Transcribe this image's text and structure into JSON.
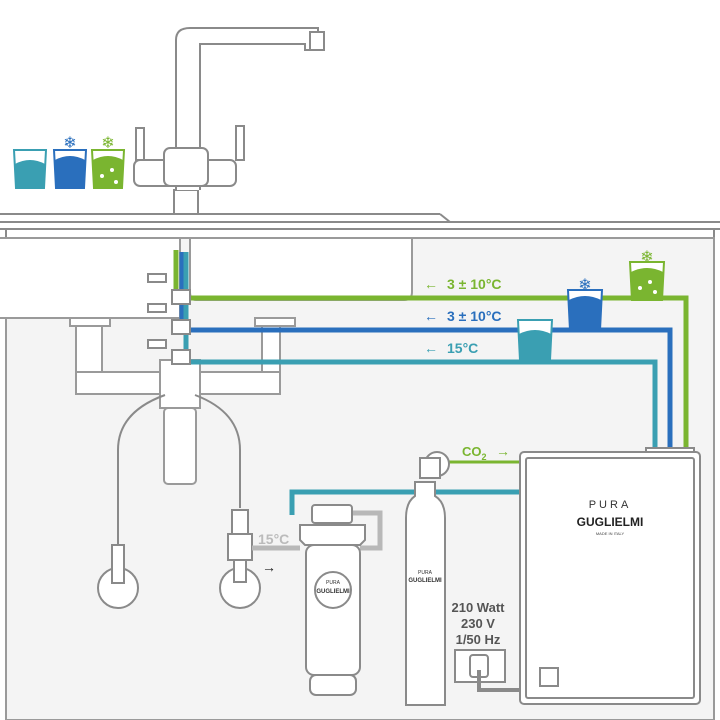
{
  "flow_labels": {
    "sparkling": "3 ± 10°C",
    "chilled": "3 ± 10°C",
    "ambient": "15°C"
  },
  "inlet_temp": "15°C",
  "co2_label": "CO",
  "co2_sub": "2",
  "power": {
    "watt": "210 Watt",
    "volt": "230 V",
    "freq": "1/50 Hz"
  },
  "brand": {
    "pura": "PURA",
    "guglielmi": "GUGLIELMI",
    "made_in": "MADE IN ITALY"
  },
  "colors": {
    "green": "#7ab530",
    "blue": "#2a6fbd",
    "teal": "#3a9fb2",
    "outline": "#8a8a8a"
  },
  "icons": [
    "glass-still-icon",
    "glass-chilled-icon",
    "glass-sparkling-icon",
    "snowflake-icon",
    "arrow-left-icon",
    "arrow-right-icon"
  ]
}
